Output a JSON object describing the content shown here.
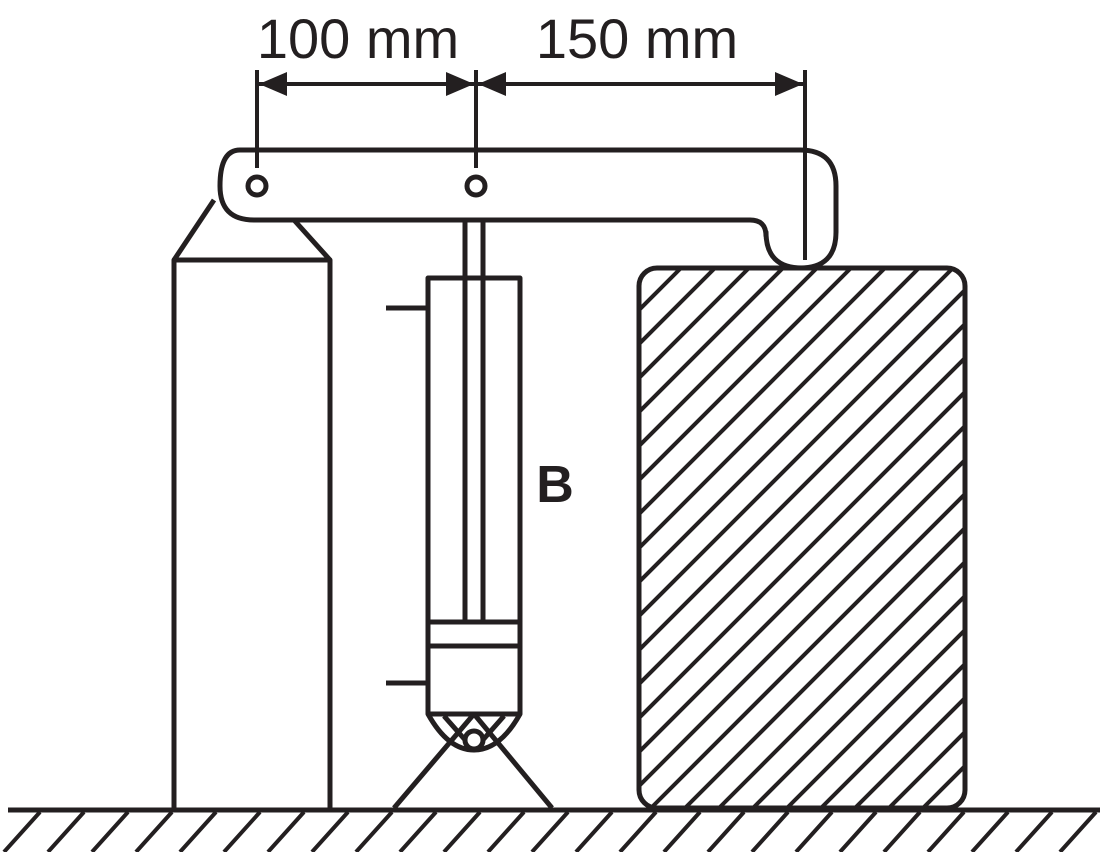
{
  "dimensions": {
    "left": "100 mm",
    "right": "150 mm"
  },
  "labels": {
    "cylinder": "B"
  },
  "colors": {
    "stroke": "#231f20",
    "background": "#ffffff"
  }
}
